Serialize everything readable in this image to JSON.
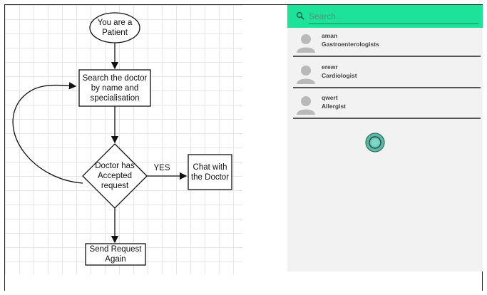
{
  "flowchart": {
    "start": [
      "You are a",
      "Patient"
    ],
    "search": [
      "Search the doctor",
      "by name and",
      "specialisation"
    ],
    "decision": [
      "Doctor has",
      "Accepted",
      "request"
    ],
    "yes_label": "YES",
    "chat": [
      "Chat with",
      "the Doctor"
    ],
    "send": [
      "Send Request",
      "Again"
    ]
  },
  "app": {
    "header_color": "#1de39a",
    "search": {
      "placeholder": "Search...",
      "icon": "search-icon"
    },
    "doctors": [
      {
        "name": "aman",
        "specialisation": "Gastroenterologists"
      },
      {
        "name": "erewr",
        "specialisation": "Cardiologist"
      },
      {
        "name": "qwert",
        "specialisation": "Allergist"
      }
    ],
    "loading_icon": "spinner-icon"
  }
}
